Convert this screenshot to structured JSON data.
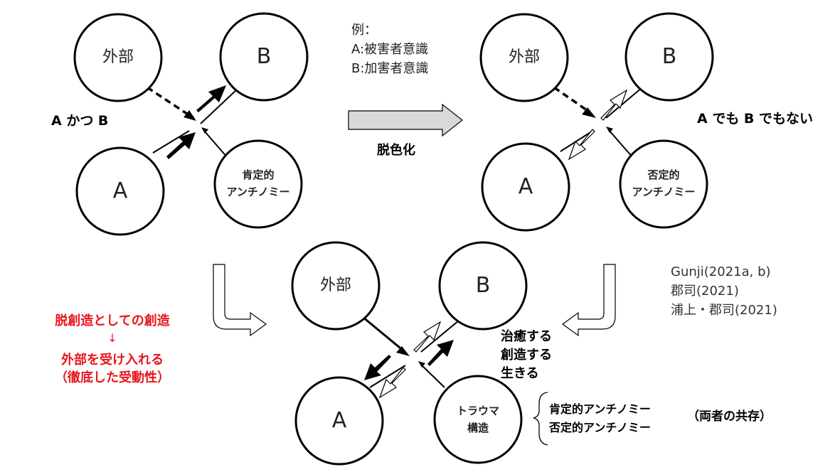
{
  "panel_tl": {
    "outside": "外部",
    "b": "B",
    "a": "A",
    "antinomy_line1": "肯定的",
    "antinomy_line2": "アンチノミー",
    "side_label": "A かつ B"
  },
  "example": {
    "line1": "例：",
    "line2": "A:被害者意識",
    "line3": "B:加害者意識"
  },
  "transition": {
    "decolor_label": "脱色化"
  },
  "panel_tr": {
    "outside": "外部",
    "b": "B",
    "a": "A",
    "antinomy_line1": "否定的",
    "antinomy_line2": "アンチノミー",
    "side_label": "A でも B でもない"
  },
  "panel_bottom": {
    "outside": "外部",
    "b": "B",
    "a": "A",
    "trauma_line1": "トラウマ",
    "trauma_line2": "構造",
    "action1": "治癒する",
    "action2": "創造する",
    "action3": "生きる",
    "coexist1": "肯定的アンチノミー",
    "coexist2": "否定的アンチノミー",
    "coexist_note": "（両者の共存）"
  },
  "left_note": {
    "line1": "脱創造としての創造",
    "arrow": "↓",
    "line2": "外部を受け入れる",
    "line3": "（徹底した受動性）"
  },
  "references": {
    "line1": "Gunji(2021a, b)",
    "line2": "郡司(2021)",
    "line3": "浦上・郡司(2021)"
  },
  "colors": {
    "line": "#000000",
    "gray_arrow_fill": "#d9d9d9",
    "accent_red": "#e8151b"
  }
}
